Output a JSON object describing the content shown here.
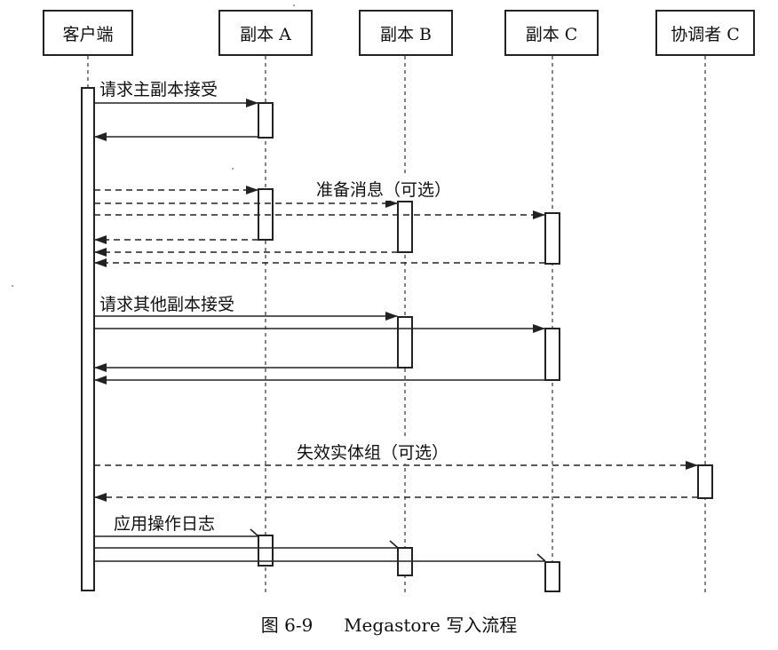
{
  "participants": [
    {
      "id": "client",
      "label": "客户端"
    },
    {
      "id": "replicaA",
      "label": "副本 A"
    },
    {
      "id": "replicaB",
      "label": "副本 B"
    },
    {
      "id": "replicaC",
      "label": "副本 C"
    },
    {
      "id": "coordC",
      "label": "协调者 C"
    }
  ],
  "messages": {
    "accept_leader": "请求主副本接受",
    "prepare_optional": "准备消息（可选）",
    "accept_others": "请求其他副本接受",
    "invalidate_optional": "失效实体组（可选）",
    "apply_log": "应用操作日志"
  },
  "caption": {
    "figure": "图 6-9",
    "title": "Megastore 写入流程"
  }
}
